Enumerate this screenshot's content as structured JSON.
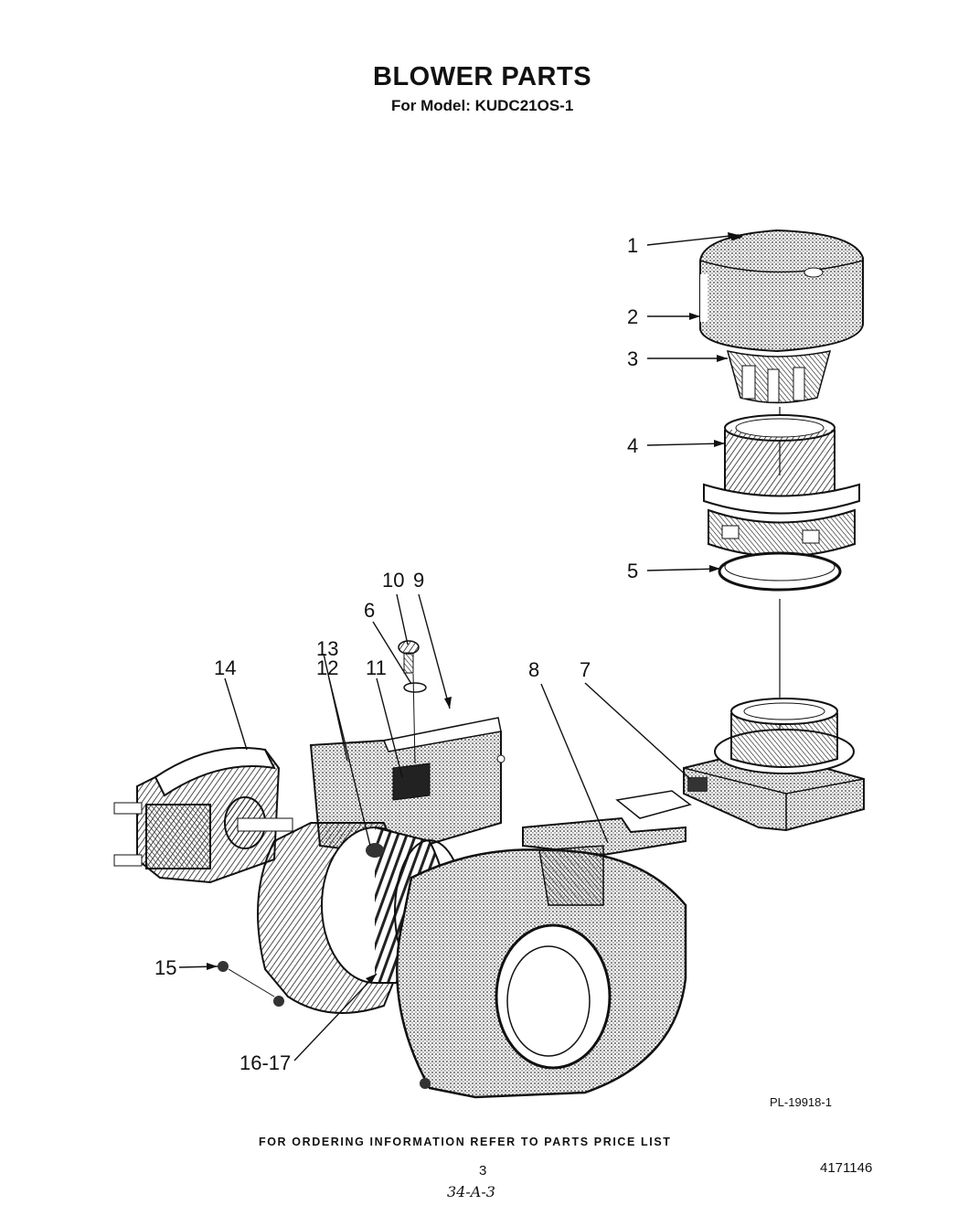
{
  "header": {
    "title": "BLOWER PARTS",
    "subtitle": "For Model: KUDC21OS-1"
  },
  "callouts": [
    {
      "id": "c1",
      "label": "1"
    },
    {
      "id": "c2",
      "label": "2"
    },
    {
      "id": "c3",
      "label": "3"
    },
    {
      "id": "c4",
      "label": "4"
    },
    {
      "id": "c5",
      "label": "5"
    },
    {
      "id": "c6",
      "label": "6"
    },
    {
      "id": "c7",
      "label": "7"
    },
    {
      "id": "c8",
      "label": "8"
    },
    {
      "id": "c9",
      "label": "9"
    },
    {
      "id": "c10",
      "label": "10"
    },
    {
      "id": "c11",
      "label": "11"
    },
    {
      "id": "c12",
      "label": "12"
    },
    {
      "id": "c13",
      "label": "13"
    },
    {
      "id": "c14",
      "label": "14"
    },
    {
      "id": "c15",
      "label": "15"
    },
    {
      "id": "c16",
      "label": "16-17"
    }
  ],
  "footer": {
    "ordering_note": "FOR ORDERING INFORMATION REFER TO PARTS PRICE LIST",
    "plate_number": "PL-19918-1",
    "page_number": "3",
    "document_number": "4171146",
    "handwritten_note": "34-A-3"
  },
  "colors": {
    "ink": "#111111",
    "paper": "#ffffff",
    "shade": "#9a9a9a"
  }
}
